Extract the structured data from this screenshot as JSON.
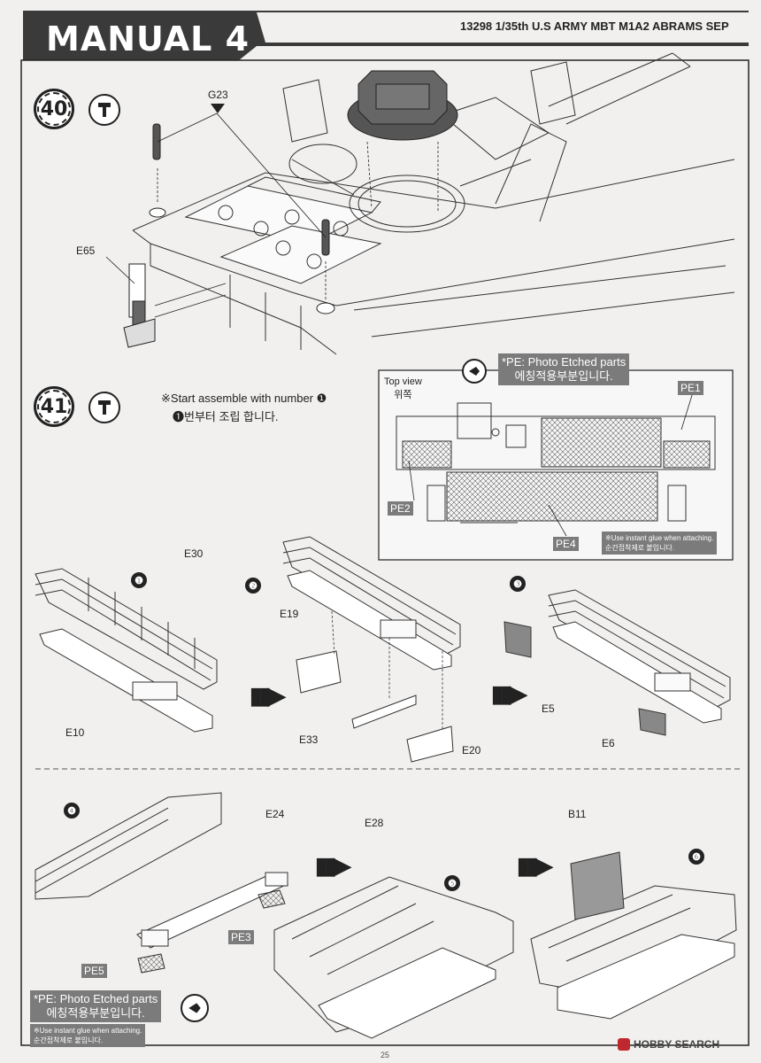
{
  "header": {
    "title": "MANUAL 4",
    "model": "13298 1/35th U.S ARMY MBT M1A2 ABRAMS SEP"
  },
  "steps": {
    "s40": {
      "number": "40"
    },
    "s41": {
      "number": "41",
      "note_en": "※Start assemble with number ❶",
      "note_ko": "❶번부터 조립 합니다."
    }
  },
  "parts": {
    "g23": "G23",
    "e65": "E65",
    "e30": "E30",
    "e10": "E10",
    "e19": "E19",
    "e33": "E33",
    "e20": "E20",
    "e5": "E5",
    "e6": "E6",
    "e24": "E24",
    "e28": "E28",
    "b11": "B11",
    "pe1": "PE1",
    "pe2": "PE2",
    "pe3": "PE3",
    "pe4": "PE4",
    "pe5": "PE5"
  },
  "substeps": [
    "❶",
    "❷",
    "❸",
    "❹",
    "❺",
    "❻"
  ],
  "top_view": {
    "title_en": "Top view",
    "title_ko": "위쪽",
    "pe_note_en": "*PE: Photo Etched parts",
    "pe_note_ko": "에칭적용부분입니다.",
    "glue_en": "※Use instant glue when attaching.",
    "glue_ko": "순간접착제로 붙입니다."
  },
  "bottom_note": {
    "pe_en": "*PE: Photo Etched parts",
    "pe_ko": "에칭적용부분입니다.",
    "glue_en": "※Use instant glue when attaching.",
    "glue_ko": "순간접착제로 붙입니다."
  },
  "footer": {
    "page": "25",
    "watermark": "HOBBY SEARCH"
  },
  "colors": {
    "header_bg": "#3a3a3a",
    "pe_gray": "#7b7b7b",
    "paper": "#f1f0ee",
    "watermark_red": "#c0282f"
  },
  "icons": {
    "hammer": "hammer-icon",
    "glue": "glue-icon",
    "arrow": "next-arrow-icon"
  }
}
